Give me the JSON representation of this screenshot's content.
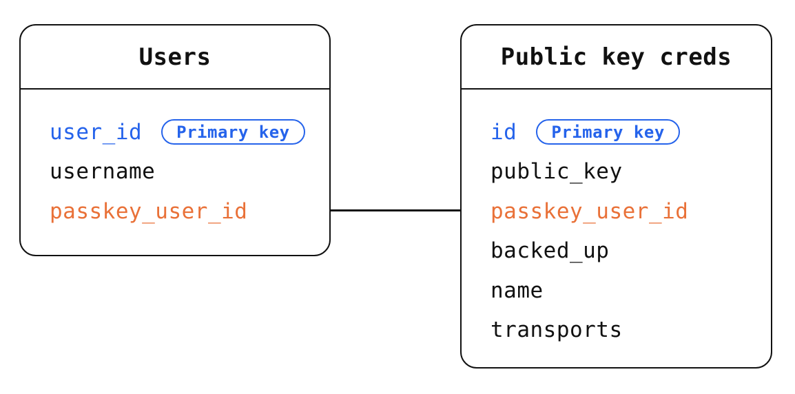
{
  "colors": {
    "primary_key": "#2563eb",
    "foreign_key": "#e97138",
    "stroke": "#111111",
    "text": "#111111"
  },
  "tables": [
    {
      "title": "Users",
      "fields": [
        {
          "name": "user_id",
          "role": "primary",
          "badge": "Primary key"
        },
        {
          "name": "username",
          "role": "normal"
        },
        {
          "name": "passkey_user_id",
          "role": "foreign"
        }
      ]
    },
    {
      "title": "Public key creds",
      "fields": [
        {
          "name": "id",
          "role": "primary",
          "badge": "Primary key"
        },
        {
          "name": "public_key",
          "role": "normal"
        },
        {
          "name": "passkey_user_id",
          "role": "foreign"
        },
        {
          "name": "backed_up",
          "role": "normal"
        },
        {
          "name": "name",
          "role": "normal"
        },
        {
          "name": "transports",
          "role": "normal"
        }
      ]
    }
  ],
  "connector": {
    "between": [
      "Users.passkey_user_id",
      "Public key creds.passkey_user_id"
    ]
  }
}
